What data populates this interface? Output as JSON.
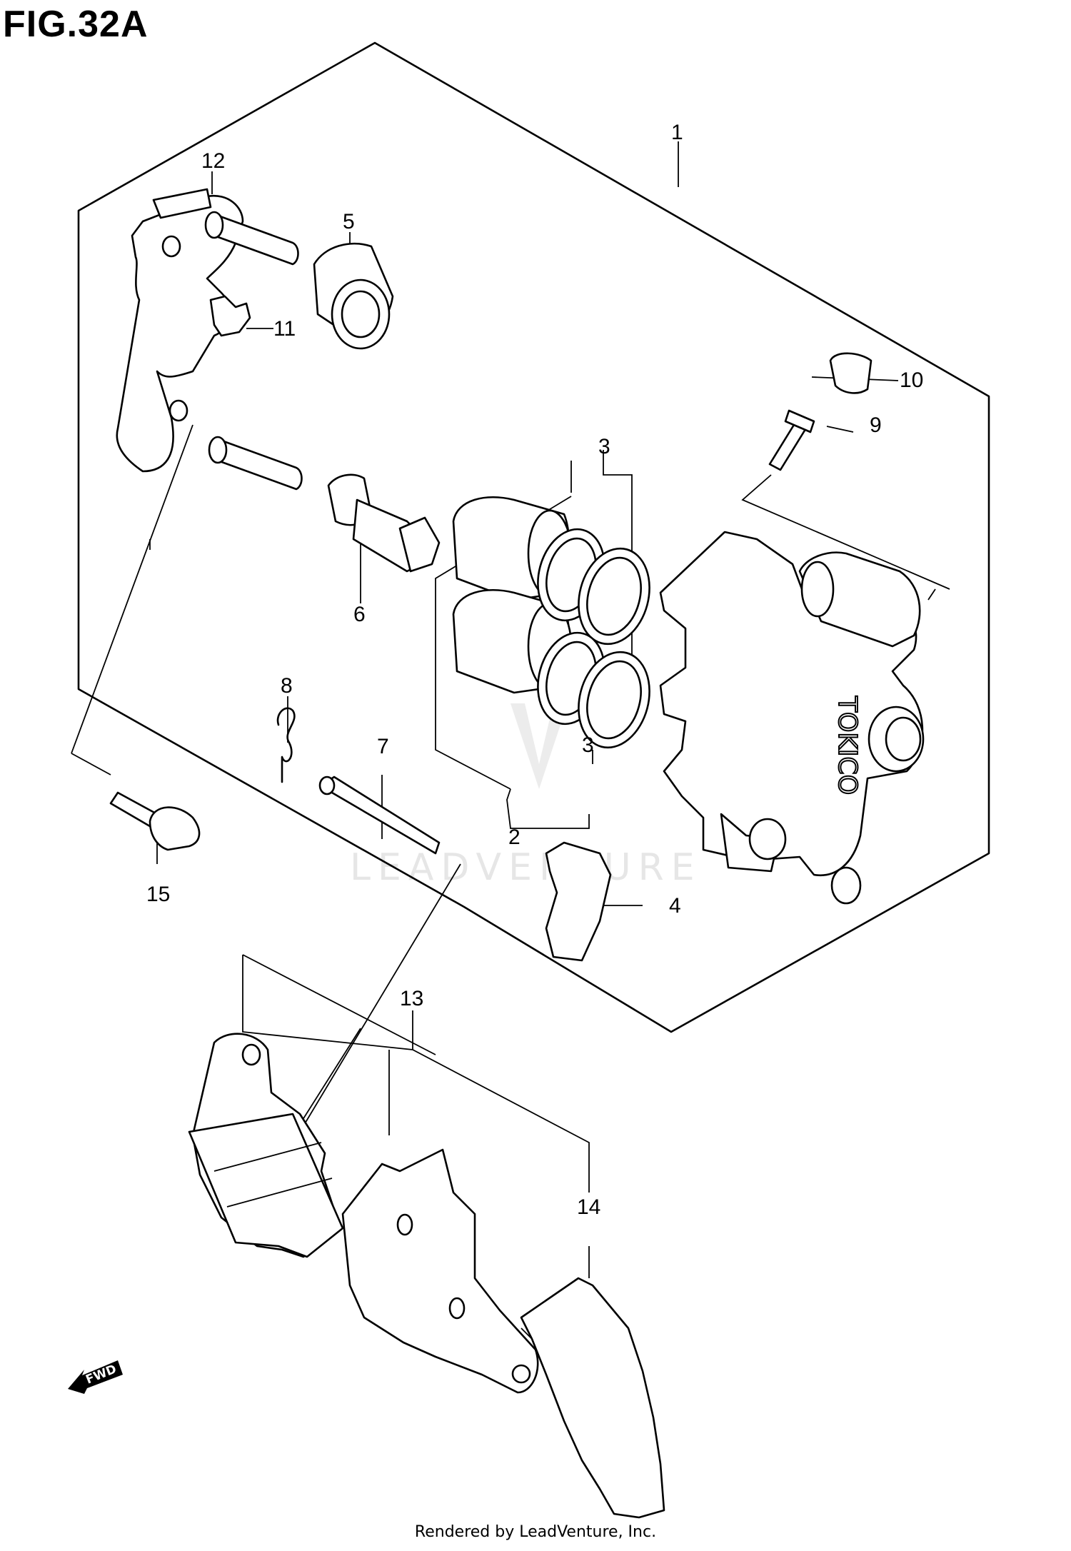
{
  "figure": {
    "title": "FIG.32A"
  },
  "footer": {
    "credit": "Rendered by LeadVenture, Inc."
  },
  "watermark": {
    "text": "LEADVENTURE"
  },
  "caliper_marking": "TOKICO",
  "fwd_arrow_label": "FWD",
  "callouts": [
    {
      "id": "callout-1",
      "label": "1"
    },
    {
      "id": "callout-2",
      "label": "2"
    },
    {
      "id": "callout-3a",
      "label": "3"
    },
    {
      "id": "callout-3b",
      "label": "3"
    },
    {
      "id": "callout-4",
      "label": "4"
    },
    {
      "id": "callout-5",
      "label": "5"
    },
    {
      "id": "callout-6",
      "label": "6"
    },
    {
      "id": "callout-7",
      "label": "7"
    },
    {
      "id": "callout-8",
      "label": "8"
    },
    {
      "id": "callout-9",
      "label": "9"
    },
    {
      "id": "callout-10",
      "label": "10"
    },
    {
      "id": "callout-11",
      "label": "11"
    },
    {
      "id": "callout-12",
      "label": "12"
    },
    {
      "id": "callout-13",
      "label": "13"
    },
    {
      "id": "callout-14",
      "label": "14"
    },
    {
      "id": "callout-15",
      "label": "15"
    }
  ]
}
